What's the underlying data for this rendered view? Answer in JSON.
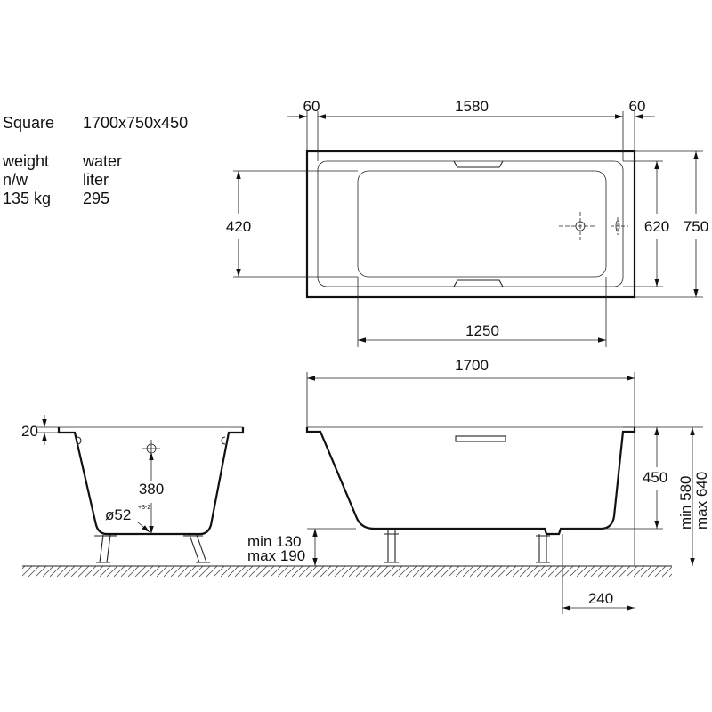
{
  "specs": {
    "model_label": "Square",
    "model_value": "1700x750x450",
    "rows": [
      {
        "k": "weight",
        "v": "water"
      },
      {
        "k": "n/w",
        "v": "liter"
      },
      {
        "k": "135 kg",
        "v": "295"
      }
    ]
  },
  "dimensions": {
    "top_left_margin": "60",
    "top_inner_length": "1580",
    "top_right_margin": "60",
    "basin_width": "420",
    "inner_width": "620",
    "outer_width": "750",
    "basin_length": "1250",
    "overall_length": "1700",
    "rim_thickness": "20",
    "overflow_height": "380",
    "drain_diameter": "ø52",
    "drain_tolerance": "+3-2",
    "leg_height_min": "min 130",
    "leg_height_max": "max 190",
    "depth": "450",
    "total_height_min": "min 580",
    "total_height_max": "max 640",
    "drain_offset": "240"
  }
}
